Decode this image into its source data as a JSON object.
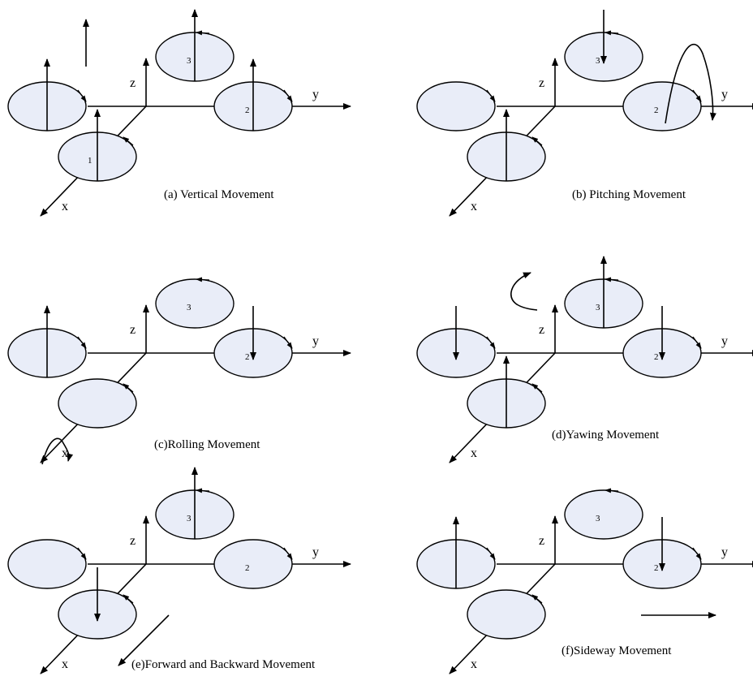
{
  "panels": [
    {
      "id": "a",
      "caption": "(a) Vertical Movement",
      "axes": {
        "x": "x",
        "y": "y",
        "z": "z"
      },
      "rotors": [
        {
          "name": "front",
          "number": "1",
          "thrust": "up"
        },
        {
          "name": "right",
          "number": "2",
          "thrust": "up"
        },
        {
          "name": "back",
          "number": "3",
          "thrust": "up"
        },
        {
          "name": "left",
          "number": "",
          "thrust": "up"
        }
      ],
      "extra": "up"
    },
    {
      "id": "b",
      "caption": "(b) Pitching Movement",
      "axes": {
        "x": "x",
        "y": "y",
        "z": "z"
      },
      "rotors": [
        {
          "name": "front",
          "number": "",
          "thrust": "up"
        },
        {
          "name": "right",
          "number": "2",
          "thrust": "none"
        },
        {
          "name": "back",
          "number": "3",
          "thrust": "down"
        },
        {
          "name": "left",
          "number": "",
          "thrust": "none"
        }
      ],
      "extra": "pitch"
    },
    {
      "id": "c",
      "caption": "(c)Rolling Movement",
      "axes": {
        "x": "x",
        "y": "y",
        "z": "z"
      },
      "rotors": [
        {
          "name": "front",
          "number": "",
          "thrust": "none"
        },
        {
          "name": "right",
          "number": "2",
          "thrust": "down"
        },
        {
          "name": "back",
          "number": "3",
          "thrust": "none"
        },
        {
          "name": "left",
          "number": "",
          "thrust": "up"
        }
      ],
      "extra": "roll"
    },
    {
      "id": "d",
      "caption": "(d)Yawing Movement",
      "axes": {
        "x": "x",
        "y": "y",
        "z": "z"
      },
      "rotors": [
        {
          "name": "front",
          "number": "",
          "thrust": "up"
        },
        {
          "name": "right",
          "number": "2",
          "thrust": "down"
        },
        {
          "name": "back",
          "number": "3",
          "thrust": "up"
        },
        {
          "name": "left",
          "number": "",
          "thrust": "down"
        }
      ],
      "extra": "yaw"
    },
    {
      "id": "e",
      "caption": "(e)Forward and Backward Movement",
      "axes": {
        "x": "x",
        "y": "y",
        "z": "z"
      },
      "rotors": [
        {
          "name": "front",
          "number": "",
          "thrust": "down"
        },
        {
          "name": "right",
          "number": "2",
          "thrust": "none"
        },
        {
          "name": "back",
          "number": "3",
          "thrust": "up"
        },
        {
          "name": "left",
          "number": "",
          "thrust": "none"
        }
      ],
      "extra": "forward"
    },
    {
      "id": "f",
      "caption": "(f)Sideway  Movement",
      "axes": {
        "x": "x",
        "y": "y",
        "z": "z"
      },
      "rotors": [
        {
          "name": "front",
          "number": "",
          "thrust": "none"
        },
        {
          "name": "right",
          "number": "2",
          "thrust": "down"
        },
        {
          "name": "back",
          "number": "3",
          "thrust": "none"
        },
        {
          "name": "left",
          "number": "",
          "thrust": "up"
        }
      ],
      "extra": "sideway"
    }
  ]
}
